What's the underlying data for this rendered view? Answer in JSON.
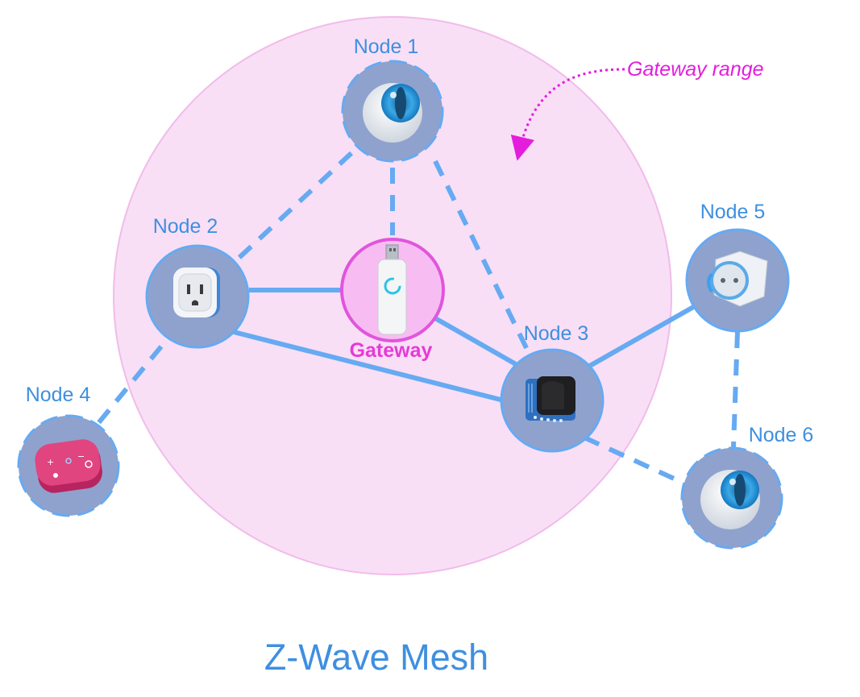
{
  "title": "Z-Wave Mesh",
  "range_label": "Gateway range",
  "gateway": {
    "label": "Gateway"
  },
  "nodes": [
    {
      "label": "Node 1",
      "device": "eye-sensor"
    },
    {
      "label": "Node 2",
      "device": "wall-plug"
    },
    {
      "label": "Node 3",
      "device": "relay-module"
    },
    {
      "label": "Node 4",
      "device": "remote-button"
    },
    {
      "label": "Node 5",
      "device": "schuko-plug"
    },
    {
      "label": "Node 6",
      "device": "eye-sensor"
    }
  ],
  "links": [
    {
      "from": "Node 1",
      "to": "Gateway",
      "style": "dashed"
    },
    {
      "from": "Node 1",
      "to": "Node 2",
      "style": "dashed"
    },
    {
      "from": "Node 1",
      "to": "Node 3",
      "style": "dashed"
    },
    {
      "from": "Node 2",
      "to": "Gateway",
      "style": "solid"
    },
    {
      "from": "Node 2",
      "to": "Node 3",
      "style": "solid"
    },
    {
      "from": "Gateway",
      "to": "Node 3",
      "style": "solid"
    },
    {
      "from": "Node 2",
      "to": "Node 4",
      "style": "dashed"
    },
    {
      "from": "Node 3",
      "to": "Node 5",
      "style": "solid"
    },
    {
      "from": "Node 3",
      "to": "Node 6",
      "style": "dashed"
    },
    {
      "from": "Node 5",
      "to": "Node 6",
      "style": "dashed"
    }
  ],
  "colors": {
    "link": "#66aaf2",
    "node_fill": "#8fa2cd",
    "label": "#3f8fe0",
    "range_fill": "#f8dff6",
    "range_stroke": "#f2bbea",
    "gateway_fill": "#f7bdf2",
    "gateway_stroke": "#e155dc",
    "gateway_label": "#e63ad6",
    "range_label": "#e41ddc"
  }
}
